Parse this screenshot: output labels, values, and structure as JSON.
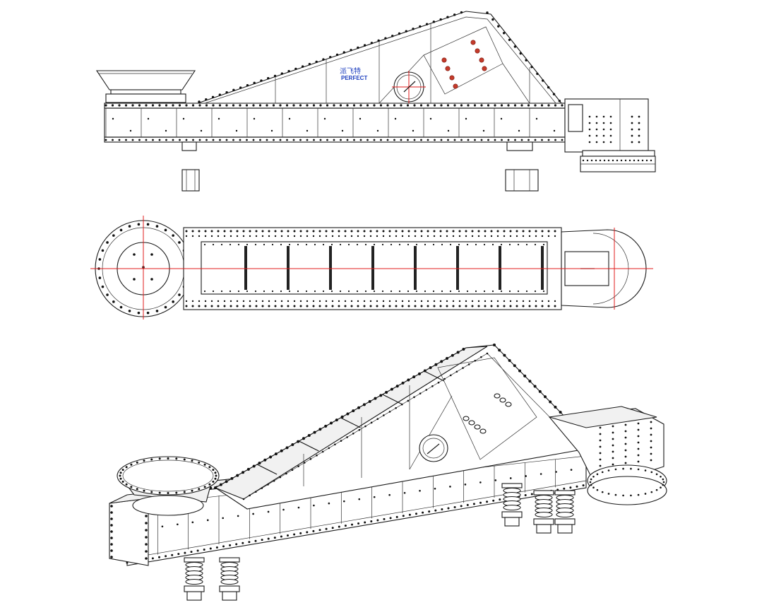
{
  "drawing": {
    "views": [
      "side-elevation",
      "top-plan",
      "isometric"
    ],
    "logo": {
      "brand_text": "PERFECT",
      "brand_cjk": "派飞特"
    },
    "colors": {
      "line": "#1a1a1a",
      "centerline": "#e01b1b",
      "logo": "#1d3fbf",
      "bolt_marker": "#c43a2a",
      "background": "#ffffff"
    }
  }
}
